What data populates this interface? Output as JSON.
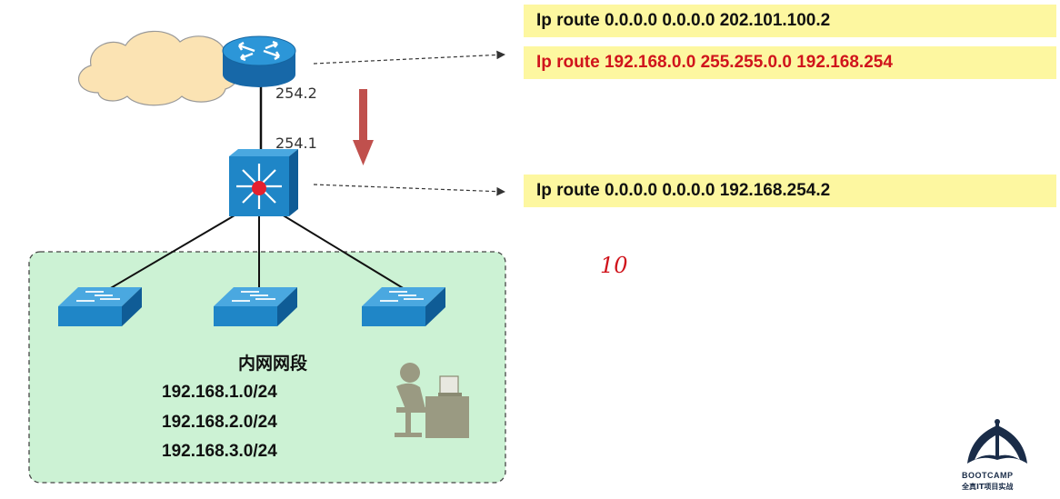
{
  "routes": {
    "core_default": "Ip route 0.0.0.0 0.0.0.0 202.101.100.2",
    "core_lan": "Ip route 192.168.0.0 255.255.0.0 192.168.254",
    "l3_default": "Ip route 0.0.0.0 0.0.0.0 192.168.254.2"
  },
  "links": {
    "router_ip": "254.2",
    "l3switch_ip": "254.1"
  },
  "lan": {
    "title": "内网网段",
    "subnets": [
      "192.168.1.0/24",
      "192.168.2.0/24",
      "192.168.3.0/24"
    ]
  },
  "annotation": "10",
  "logo": {
    "line1": "BOOTCAMP",
    "line2": "全真IT项目实战"
  },
  "colors": {
    "route_bg": "#fdf7a0",
    "red_text": "#d0141c",
    "lan_bg": "#ccf2d4",
    "device_blue": "#1f86c7",
    "arrow_red": "#c0504d"
  }
}
